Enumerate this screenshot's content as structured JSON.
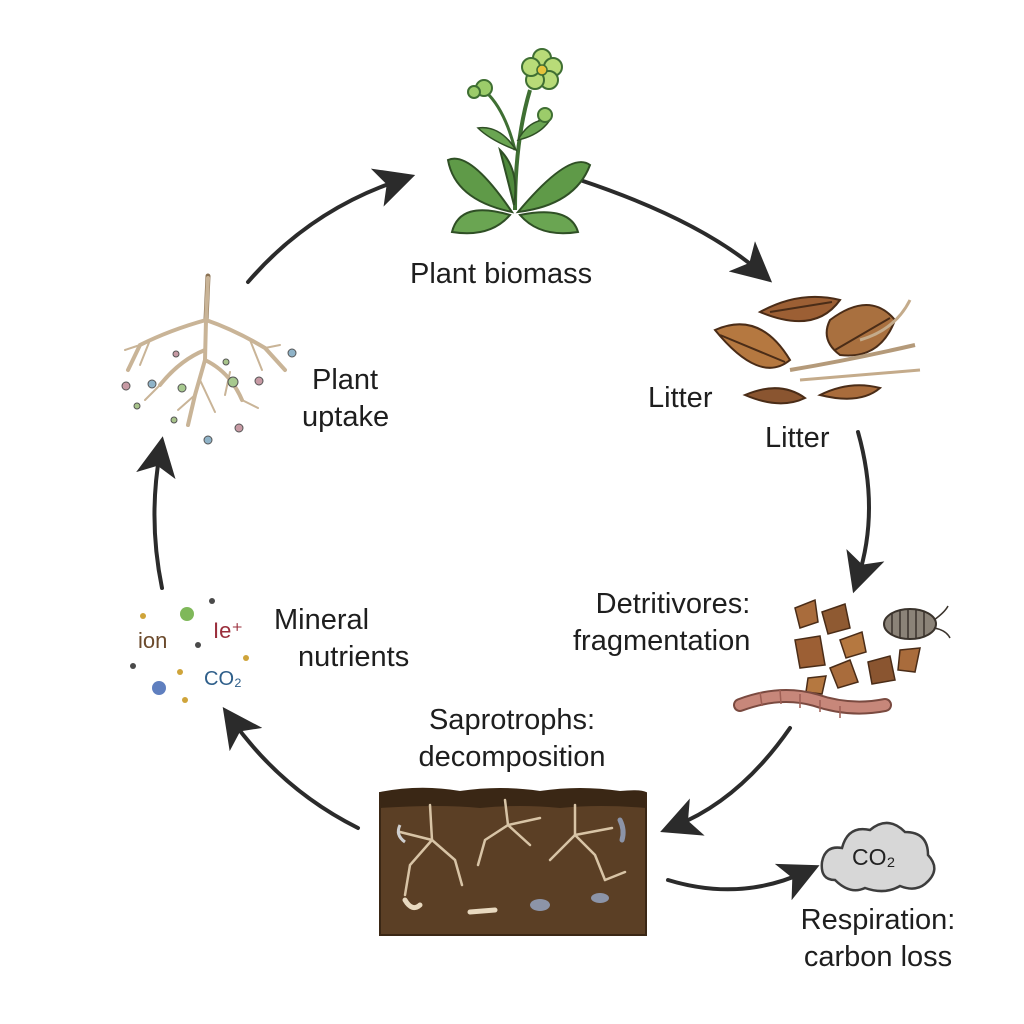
{
  "nodes": {
    "plant_biomass": {
      "label": "Plant biomass"
    },
    "litter": {
      "label_a": "Litter",
      "label_b": "Litter"
    },
    "detritivores": {
      "line1": "Detritivores:",
      "line2": "fragmentation"
    },
    "saprotrophs": {
      "line1": "Saprotrophs:",
      "line2": "decomposition"
    },
    "respiration": {
      "line1": "Respiration:",
      "line2": "carbon loss",
      "cloud_text": "CO₂"
    },
    "mineral_nutrients": {
      "line1": "Mineral",
      "line2": "nutrients",
      "ion": "ion",
      "cation": "Ie⁺",
      "co2": "CO₂"
    },
    "plant_uptake": {
      "line1": "Plant",
      "line2": "uptake"
    }
  },
  "colors": {
    "arrow": "#2b2b2b",
    "leaf_green": "#5f9a48",
    "litter_brown": "#a86a3e",
    "soil_dark": "#5b3f25",
    "root_tan": "#c9b497",
    "worm_pink": "#c7877a",
    "cloud_gray": "#d7d7d7"
  },
  "icons": [
    "flower-plant-icon",
    "leaf-litter-icon",
    "woodlouse-icon",
    "earthworm-icon",
    "soil-fungi-icon",
    "co2-cloud-icon",
    "ion-dots-icon",
    "roots-icon"
  ]
}
